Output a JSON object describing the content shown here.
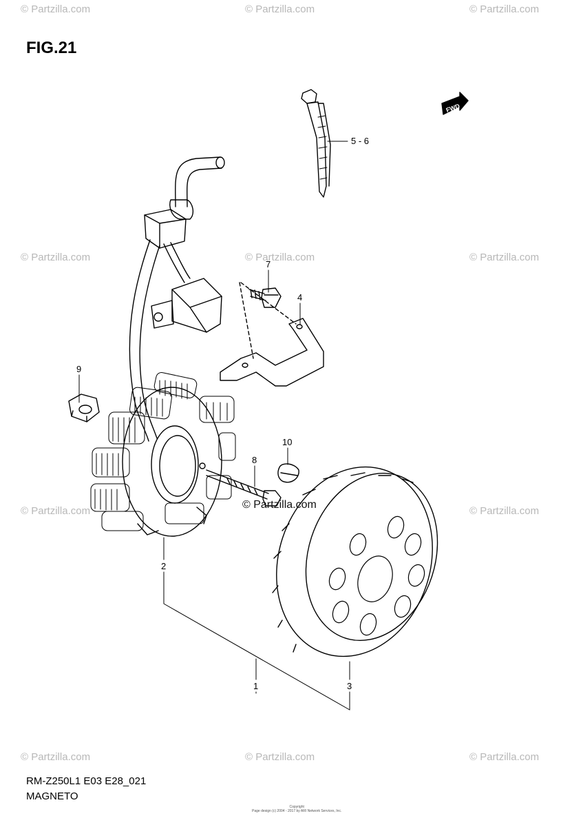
{
  "figure": {
    "title": "FIG.21",
    "model_code": "RM-Z250L1 E03 E28_021",
    "caption": "MAGNETO"
  },
  "watermark": {
    "text": "© Partzilla.com",
    "center_text": "© Partzilla.com",
    "color": "#b8b8b8"
  },
  "copyright": {
    "line1": "Copyright",
    "line2": "Page design (c) 2004 - 2017 by ARI Network Services, Inc."
  },
  "direction_badge": {
    "label": "FWD"
  },
  "callouts": {
    "c1": "1",
    "c2": "2",
    "c3": "3",
    "c4": "4",
    "c56": "5 - 6",
    "c7": "7",
    "c8": "8",
    "c9": "9",
    "c10": "10"
  }
}
